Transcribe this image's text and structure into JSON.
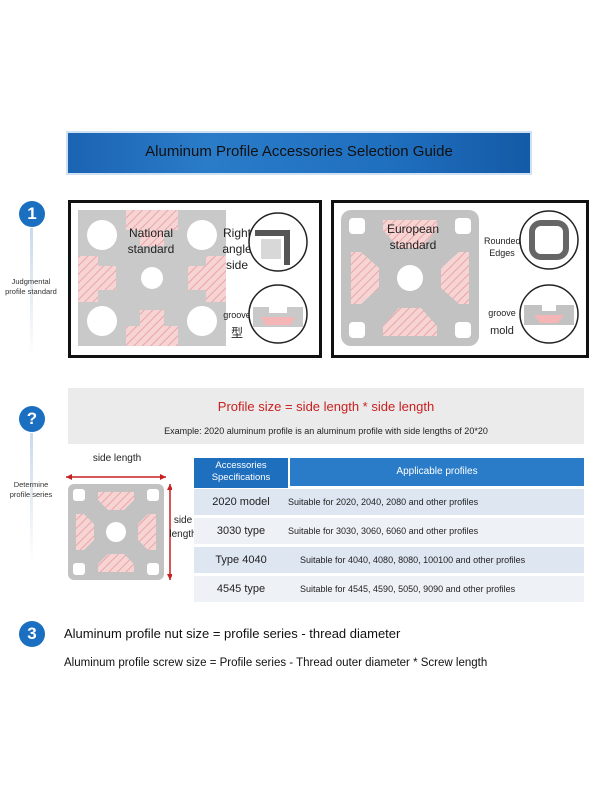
{
  "title": "Aluminum Profile Accessories Selection Guide",
  "step1": {
    "number": "1",
    "side_label": "Judgmental profile standard",
    "national": {
      "label": "National standard",
      "callout_top": "Right angle side",
      "callout_bottom": "groove",
      "callout_bottom_glyph": "型"
    },
    "european": {
      "label": "European standard",
      "callout_top": "Rounded Edges",
      "callout_bottom": "groove",
      "callout_bottom_2": "mold"
    }
  },
  "step2": {
    "number": "?",
    "side_label": "Determine profile series",
    "formula": "Profile size = side length * side length",
    "example": "Example: 2020 aluminum profile is an aluminum profile with side lengths of 20*20",
    "dim_top": "side length",
    "dim_right": "side length",
    "table": {
      "header_left": "Accessories Specifications",
      "header_right": "Applicable profiles",
      "rows": [
        {
          "spec": "2020 model",
          "profiles": "Suitable for 2020, 2040, 2080 and other profiles"
        },
        {
          "spec": "3030 type",
          "profiles": "Suitable for 3030, 3060, 6060 and other profiles"
        },
        {
          "spec": "Type 4040",
          "profiles": "Suitable for 4040, 4080, 8080, 100100 and other profiles"
        },
        {
          "spec": "4545 type",
          "profiles": "Suitable for 4545, 4590, 5050, 9090 and other profiles"
        }
      ]
    }
  },
  "step3": {
    "number": "3",
    "line1": "Aluminum profile nut size = profile series - thread diameter",
    "line2": "Aluminum profile screw size = Profile series - Thread outer diameter * Screw length"
  },
  "colors": {
    "accent": "#1f6fbf",
    "formula_red": "#c82020",
    "hatch": "#f2b8b8",
    "metal": "#c9c9c9"
  }
}
